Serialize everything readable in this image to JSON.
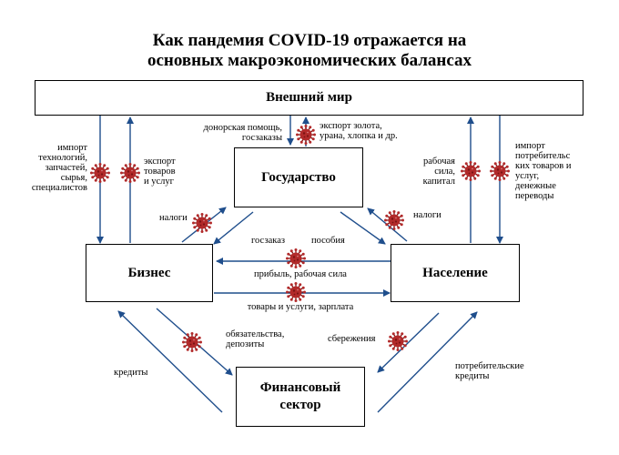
{
  "title_line1": "Как пандемия COVID-19 отражается на",
  "title_line2": "основных макроэкономических балансах",
  "boxes": {
    "world": "Внешний мир",
    "state": "Государство",
    "business": "Бизнес",
    "population": "Население",
    "finance_line1": "Финансовый",
    "finance_line2": "сектор"
  },
  "labels": {
    "import_tech": [
      "импорт",
      "технологий,",
      "запчастей,",
      "сырья,",
      "специалистов"
    ],
    "export_goods": [
      "экспорт",
      "товаров",
      "и услуг"
    ],
    "donor": [
      "донорская помощь,",
      "госзаказы"
    ],
    "export_gold": [
      "экспорт золота,",
      "урана, хлопка и др."
    ],
    "labor_capital": [
      "рабочая",
      "сила,",
      "капитал"
    ],
    "import_consumer": [
      "импорт",
      "потребительс",
      "ких товаров и",
      "услуг,",
      "денежные",
      "переводы"
    ],
    "taxes_left": "налоги",
    "taxes_right": "налоги",
    "goszakaz": "госзаказ",
    "benefits": "пособия",
    "profit_labor": "прибыль, рабочая сила",
    "goods_salary": "товары и услуги, зарплата",
    "obligations": [
      "обязательства,",
      "депозиты"
    ],
    "savings": "сбережения",
    "credits": "кредиты",
    "consumer_credits": [
      "потребительские",
      "кредиты"
    ]
  },
  "colors": {
    "virus": "#b22a2a",
    "virus_dark": "#7a1414",
    "arrow": "#1f4e8c",
    "box_border": "#000000"
  }
}
